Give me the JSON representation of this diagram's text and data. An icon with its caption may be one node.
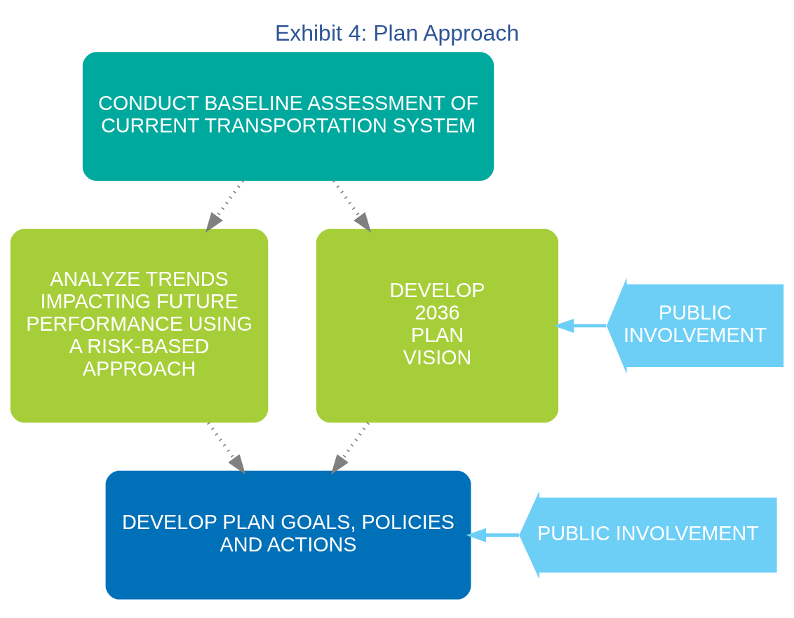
{
  "diagram": {
    "title": "Exhibit 4: Plan Approach",
    "nodes": [
      {
        "text": [
          "CONDUCT BASELINE ASSESSMENT OF CURRENT TRANSPORTATION SYSTEM"
        ]
      },
      {
        "text": [
          "ANALYZE TRENDS IMPACTING FUTURE PERFORMANCE USING A RISK-BASED APPROACH"
        ]
      },
      {
        "text": [
          "DEVELOP 2036 PLAN VISION"
        ]
      },
      {
        "text": [
          "PUBLIC INVOLVEMENT"
        ]
      },
      {
        "text": [
          "DEVELOP PLAN GOALS, POLICIES AND ACTIONS"
        ]
      },
      {
        "text": [
          "PUBLIC INVOLVEMENT"
        ]
      }
    ],
    "edges": [
      {
        "from": 0,
        "to": 1,
        "arrow": "to",
        "style": "dashed"
      },
      {
        "from": 0,
        "to": 2,
        "arrow": "to",
        "style": "dashed"
      },
      {
        "from": 3,
        "to": 2,
        "arrow": "to",
        "color": "#6dcff6"
      },
      {
        "from": 1,
        "to": 4,
        "arrow": "to",
        "style": "dashed"
      },
      {
        "from": 2,
        "to": 4,
        "arrow": "to",
        "style": "dashed"
      },
      {
        "from": 5,
        "to": 4,
        "arrow": "to",
        "color": "#6dcff6"
      }
    ]
  }
}
